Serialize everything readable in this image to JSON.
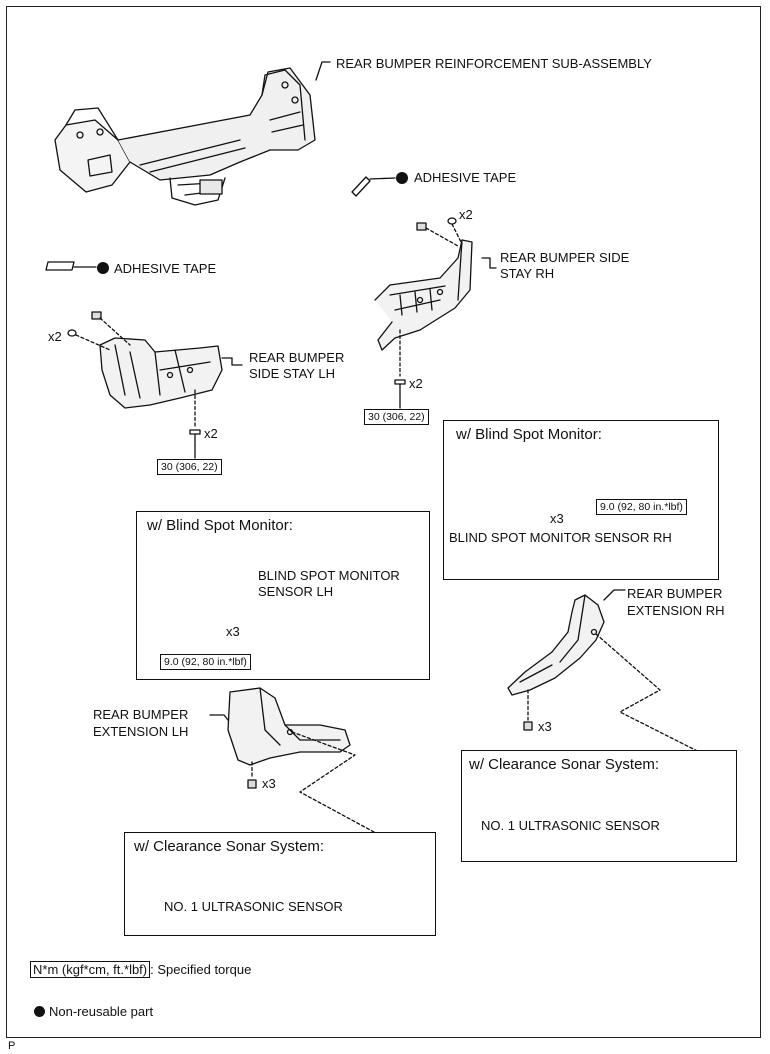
{
  "labels": {
    "reinforcement": "REAR BUMPER REINFORCEMENT SUB-ASSEMBLY",
    "adhesive_tape_rh": "ADHESIVE TAPE",
    "adhesive_tape_lh": "ADHESIVE TAPE",
    "side_stay_rh_line1": "REAR BUMPER SIDE",
    "side_stay_rh_line2": "STAY RH",
    "side_stay_lh_line1": "REAR BUMPER",
    "side_stay_lh_line2": "SIDE STAY LH",
    "ext_rh_line1": "REAR BUMPER",
    "ext_rh_line2": "EXTENSION RH",
    "ext_lh_line1": "REAR BUMPER",
    "ext_lh_line2": "EXTENSION LH"
  },
  "counts": {
    "x2_rh_top": "x2",
    "x2_lh_top": "x2",
    "x2_rh_bolt": "x2",
    "x2_lh_bolt": "x2",
    "x3_bsm_rh": "x3",
    "x3_bsm_lh": "x3",
    "x3_ext_rh": "x3",
    "x3_ext_lh": "x3"
  },
  "torques": {
    "side_stay_rh": "30 (306, 22)",
    "side_stay_lh": "30 (306, 22)",
    "bsm_rh": "9.0 (92, 80 in.*lbf)",
    "bsm_lh": "9.0 (92, 80 in.*lbf)"
  },
  "boxes": {
    "bsm_rh_title": "w/ Blind Spot Monitor:",
    "bsm_rh_sensor": "BLIND SPOT MONITOR SENSOR RH",
    "bsm_lh_title": "w/ Blind Spot Monitor:",
    "bsm_lh_sensor_line1": "BLIND SPOT MONITOR",
    "bsm_lh_sensor_line2": "SENSOR LH",
    "sonar_rh_title": "w/ Clearance Sonar System:",
    "sonar_rh_sensor": "NO. 1 ULTRASONIC SENSOR",
    "sonar_lh_title": "w/ Clearance Sonar System:",
    "sonar_lh_sensor": "NO. 1 ULTRASONIC SENSOR"
  },
  "legend": {
    "torque_unit": "N*m (kgf*cm, ft.*lbf)",
    "torque_desc": ": Specified torque",
    "non_reusable": "Non-reusable part"
  },
  "corner_code": "P"
}
